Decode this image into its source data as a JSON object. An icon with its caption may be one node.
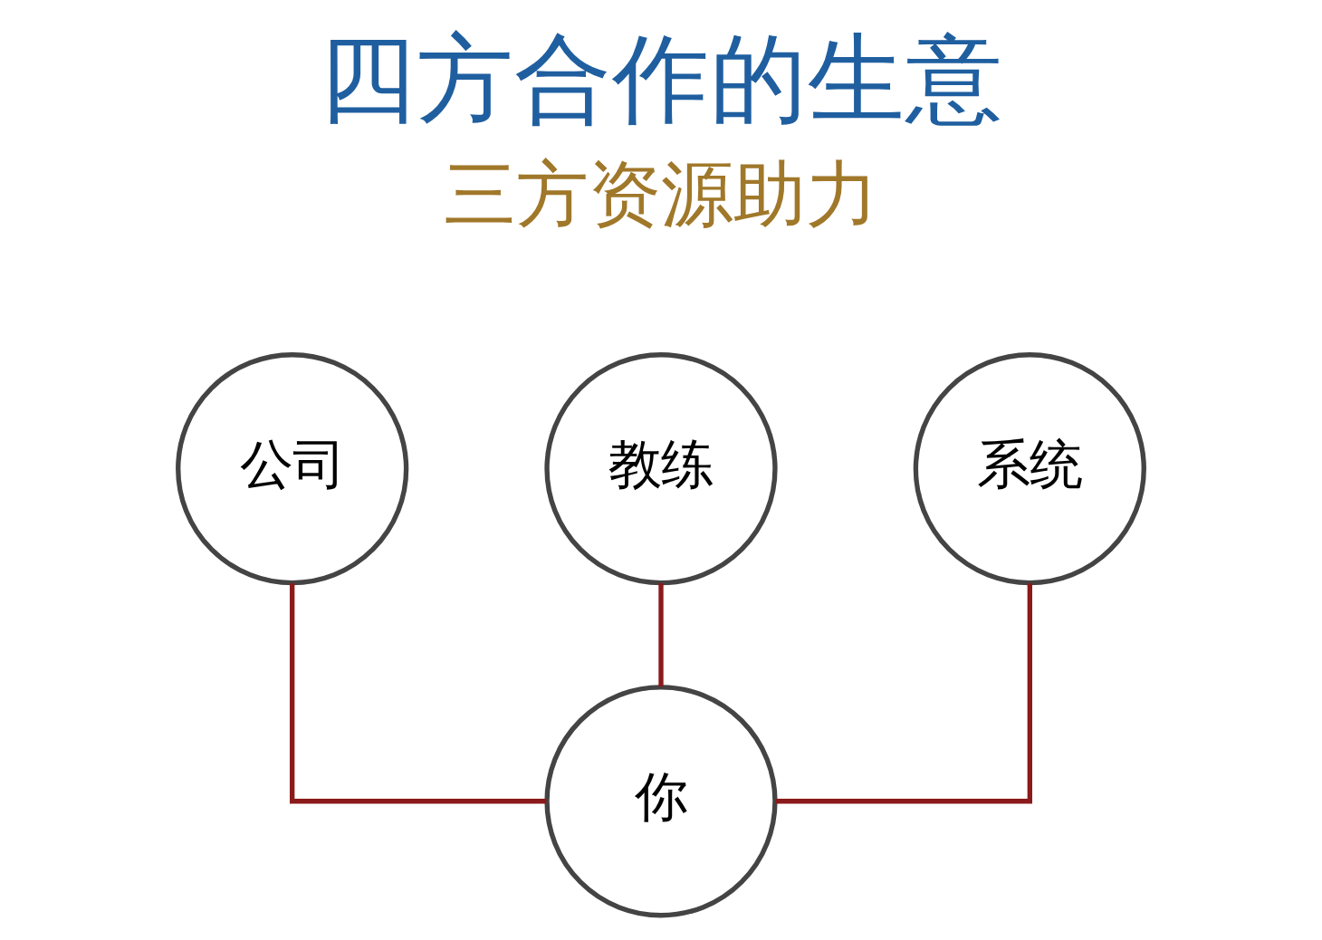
{
  "diagram": {
    "title": "四方合作的生意",
    "nodes": [
      {
        "text": [
          "公司"
        ]
      },
      {
        "text": [
          "教练"
        ]
      },
      {
        "text": [
          "系统"
        ]
      },
      {
        "text": [
          "你"
        ]
      }
    ],
    "edges": [
      {
        "from": 0,
        "to": 3,
        "arrow": "none"
      },
      {
        "from": 1,
        "to": 3,
        "arrow": "none"
      },
      {
        "from": 2,
        "to": 3,
        "arrow": "none"
      }
    ],
    "labels": [
      "三方资源助力"
    ]
  }
}
